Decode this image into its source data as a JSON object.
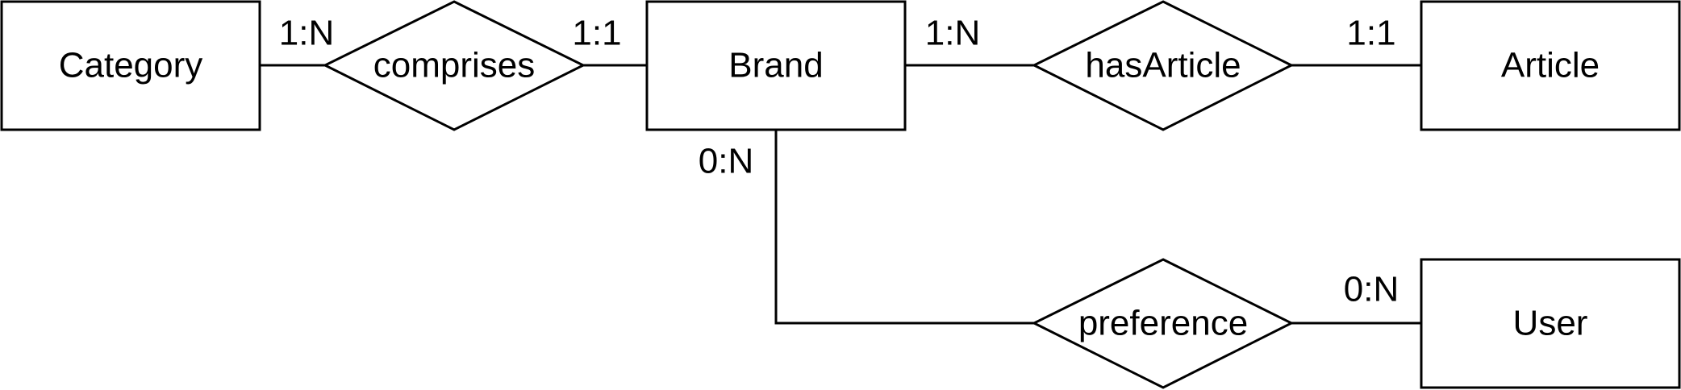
{
  "entities": {
    "category": "Category",
    "brand": "Brand",
    "article": "Article",
    "user": "User"
  },
  "relationships": {
    "comprises": "comprises",
    "has_article": "hasArticle",
    "preference": "preference"
  },
  "cardinalities": {
    "category_comprises": "1:N",
    "comprises_brand": "1:1",
    "brand_has_article": "1:N",
    "has_article_article": "1:1",
    "brand_preference": "0:N",
    "preference_user": "0:N"
  }
}
